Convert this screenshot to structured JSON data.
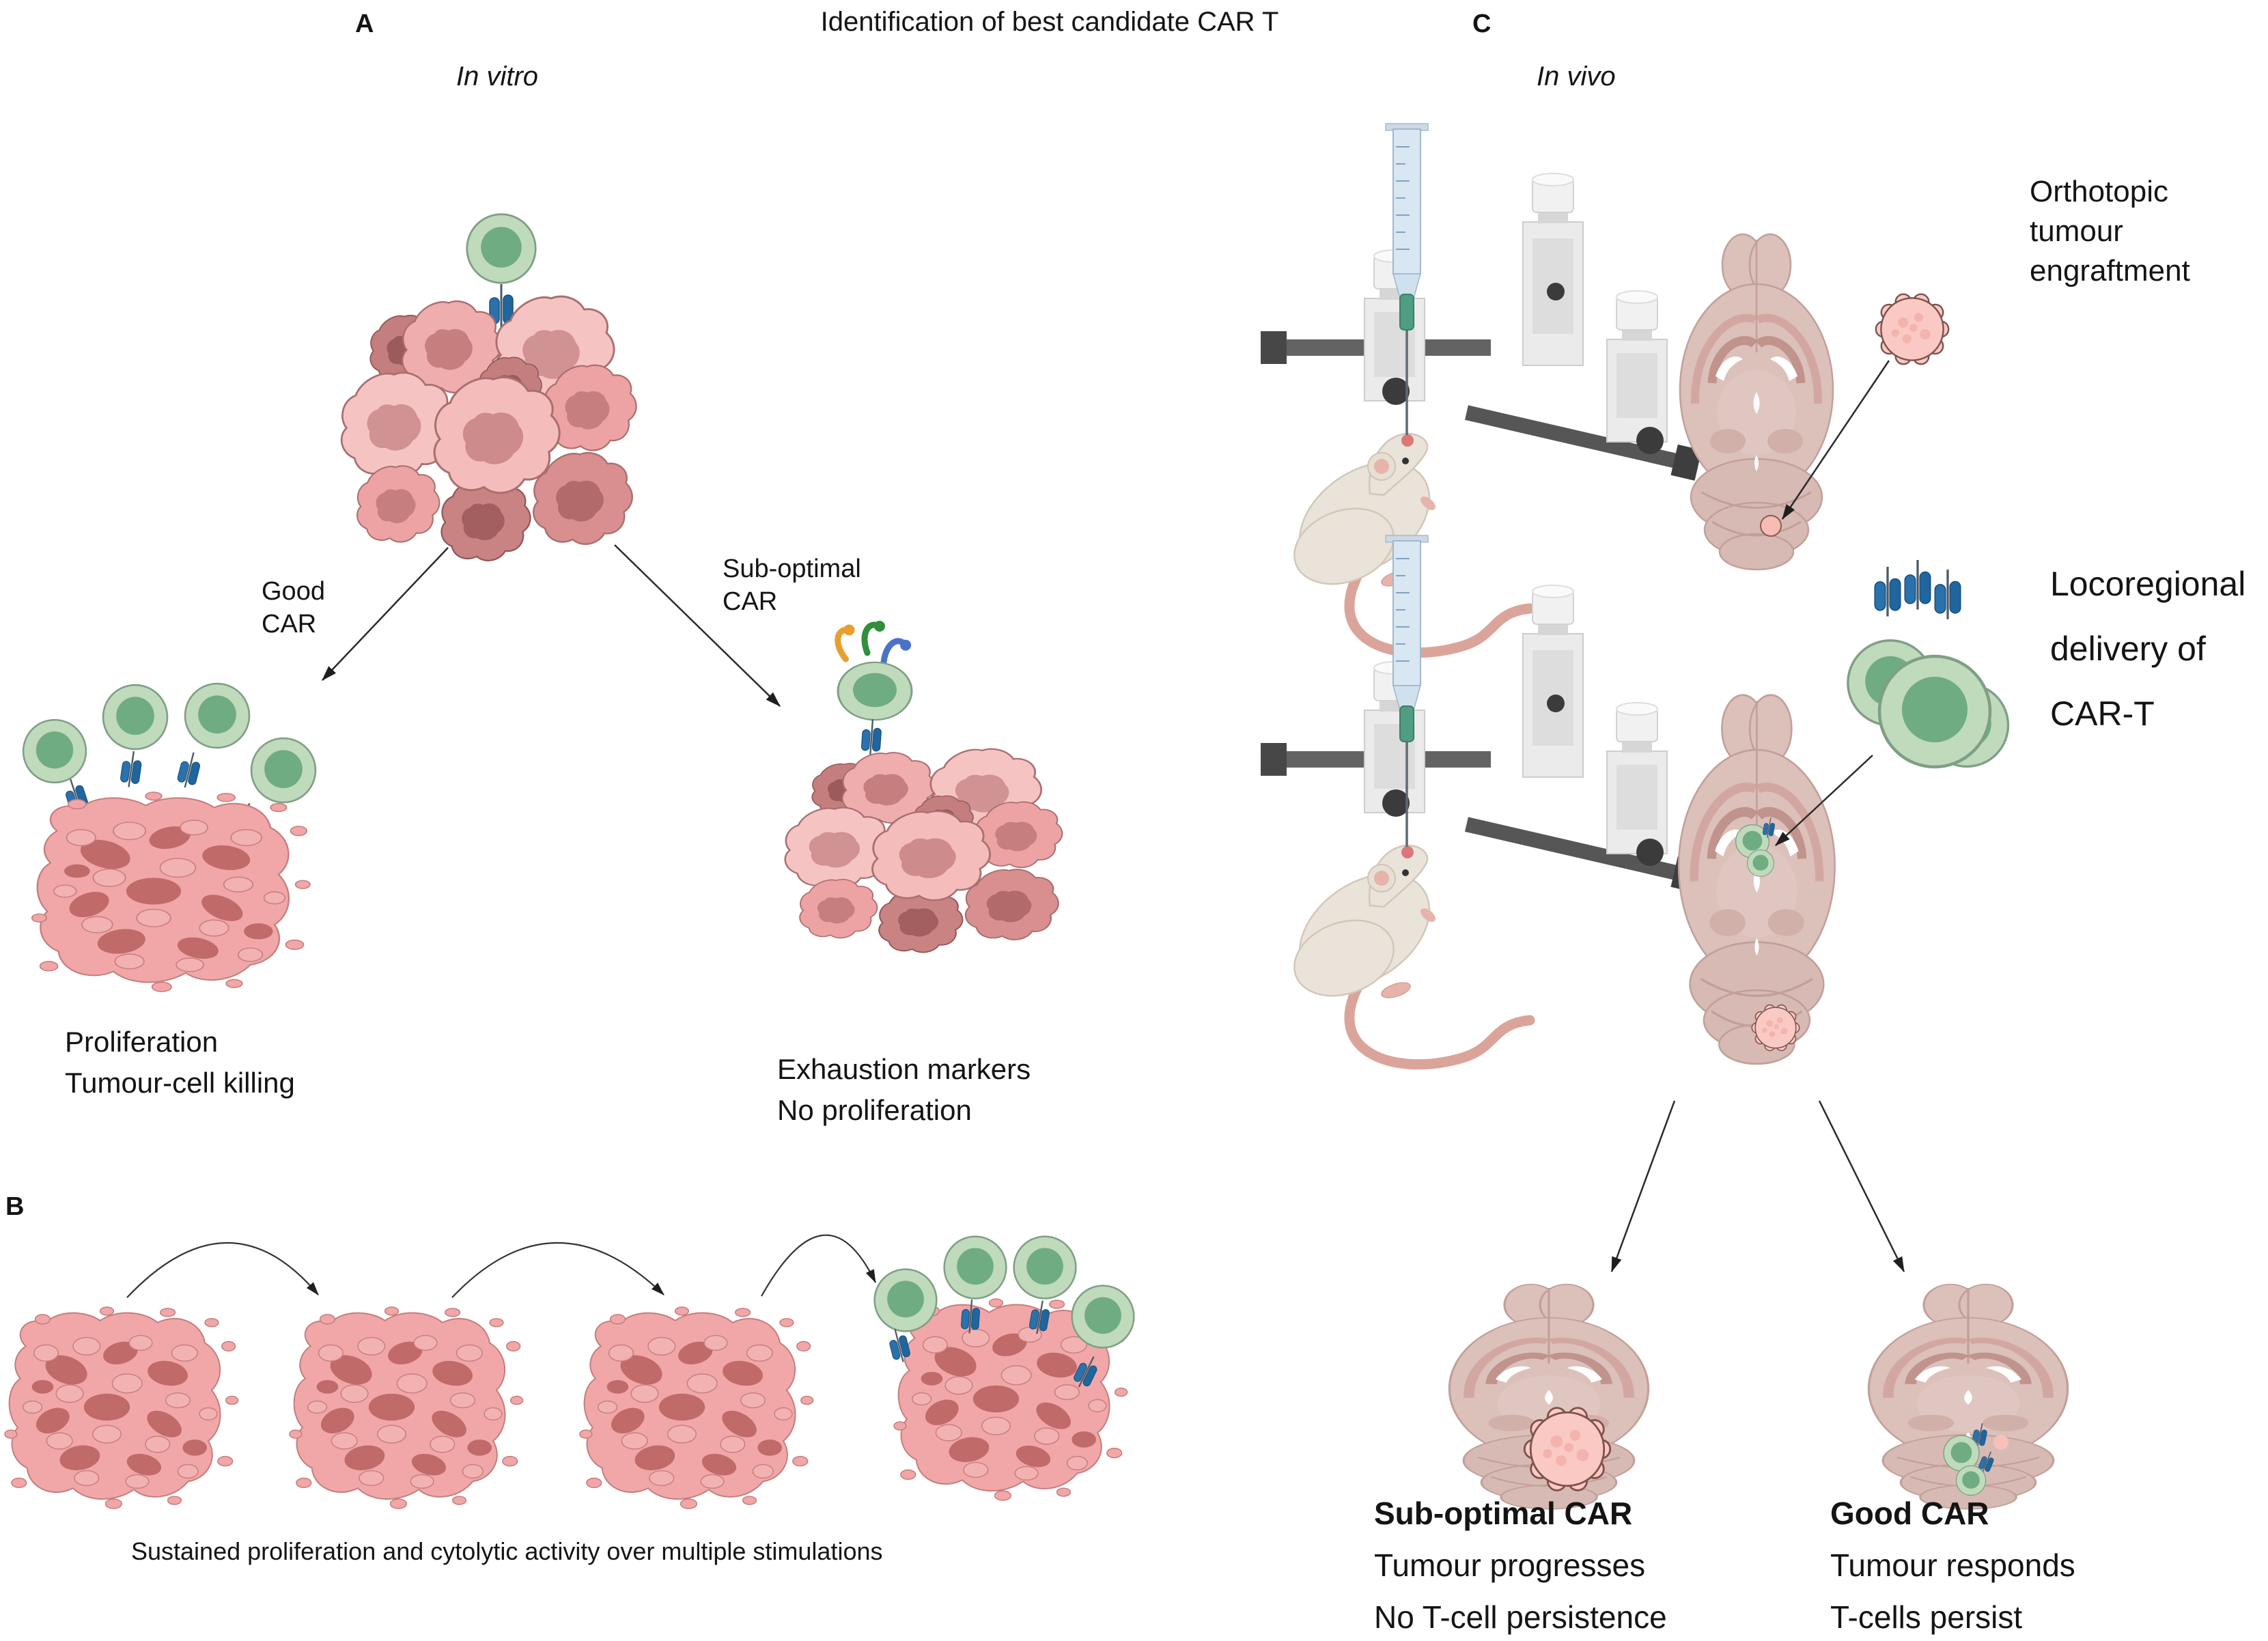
{
  "figure": {
    "title": "Identification of best candidate CAR T",
    "panel_a_label": "A",
    "panel_b_label": "B",
    "panel_c_label": "C",
    "in_vitro": "In vitro",
    "in_vivo": "In vivo"
  },
  "panel_a": {
    "good_car_label": "Good\nCAR",
    "suboptimal_car_label": "Sub-optimal\nCAR",
    "good_outcome": "Proliferation\nTumour-cell killing",
    "suboptimal_outcome": "Exhaustion markers\nNo proliferation"
  },
  "panel_b": {
    "caption": "Sustained proliferation and cytolytic activity over multiple stimulations"
  },
  "panel_c": {
    "step1": "Orthotopic\ntumour\nengraftment",
    "step2": "Locoregional\ndelivery of\nCAR-T",
    "suboptimal": {
      "title": "Sub-optimal CAR",
      "line1": "Tumour progresses",
      "line2": "No T-cell persistence"
    },
    "good": {
      "title": "Good CAR",
      "line1": "Tumour responds",
      "line2": "T-cells persist"
    }
  },
  "colors": {
    "tumour_cell_body": "#f5bcbc",
    "tumour_cell_nucleus": "#cd8b8b",
    "tumour_mass": "#f1a7a7",
    "car_t_body": "#c0dabc",
    "car_t_nucleus": "#6fac81",
    "car_receptor_blue": "#2a72ae",
    "exhaustion_marker_yellow": "#e7a02f",
    "exhaustion_marker_green": "#2f8f3c",
    "exhaustion_marker_blue": "#4a72c8",
    "brain_tissue": "#dcc0ba",
    "engrafted_tumour": "#fac9c3",
    "arrow": "#2b2b2b"
  }
}
